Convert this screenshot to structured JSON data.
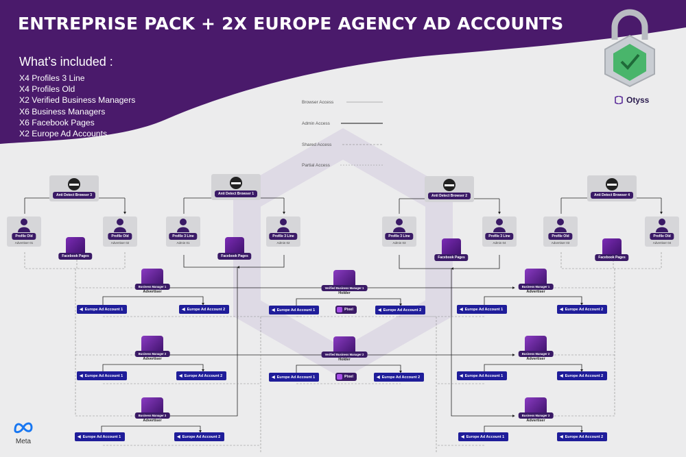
{
  "header": {
    "title": "ENTREPRISE PACK + 2X EUROPE AGENCY AD ACCOUNTS",
    "included_title": "What’s included :",
    "included_items": [
      "X4 Profiles 3 Line",
      "X4 Profiles Old",
      "X2 Verified Business Managers",
      "X6 Business Managers",
      "X6 Facebook Pages",
      "X2 Europe Ad Accounts"
    ]
  },
  "legend": {
    "browser_access": "Browser Access",
    "admin_access": "Admin Access",
    "shared_access": "Shared Access",
    "partial_access": "Partial Access"
  },
  "brand": {
    "name": "Otyss"
  },
  "footer": {
    "meta": "Meta"
  },
  "colors": {
    "header_purple": "#4a1a6b",
    "account_blue": "#1f1d9a",
    "pill_dark": "#3a1a66"
  },
  "browsers": [
    "Anti Detect Browser 3",
    "Anti Detect Browser 1",
    "Anti Detect Browser 2",
    "Anti Detect Browser 4"
  ],
  "profiles": [
    {
      "label": "Profile Old",
      "sub": "Advertiser 01"
    },
    {
      "label": "Profile Old",
      "sub": "Advertiser 02"
    },
    {
      "label": "Profile 3 Line",
      "sub": "Admin 01"
    },
    {
      "label": "Profile 3 Line",
      "sub": "Admin 02"
    },
    {
      "label": "Profile 3 Line",
      "sub": "Admin 03"
    },
    {
      "label": "Profile 3 Line",
      "sub": "Admin 04"
    },
    {
      "label": "Profile Old",
      "sub": "Advertiser 03"
    },
    {
      "label": "Profile Old",
      "sub": "Advertiser 04"
    }
  ],
  "pages_label": "Facebook Pages",
  "business_managers": [
    {
      "label": "Business Manager 1",
      "role": "Advertiser"
    },
    {
      "label": "Business Manager 2",
      "role": "Advertiser"
    },
    {
      "label": "Business Manager 3",
      "role": "Advertiser"
    },
    {
      "label": "Verified Business Manager 1",
      "role": "Holder"
    },
    {
      "label": "Verified Business Manager 2",
      "role": "Holder"
    },
    {
      "label": "Business Manager 1",
      "role": "Advertiser"
    },
    {
      "label": "Business Manager 2",
      "role": "Advertiser"
    },
    {
      "label": "Business Manager 3",
      "role": "Advertiser"
    }
  ],
  "accounts": {
    "a1": "Europe Ad Account 1",
    "a2": "Europe Ad Account 2"
  },
  "pixel_label": "Pixel"
}
